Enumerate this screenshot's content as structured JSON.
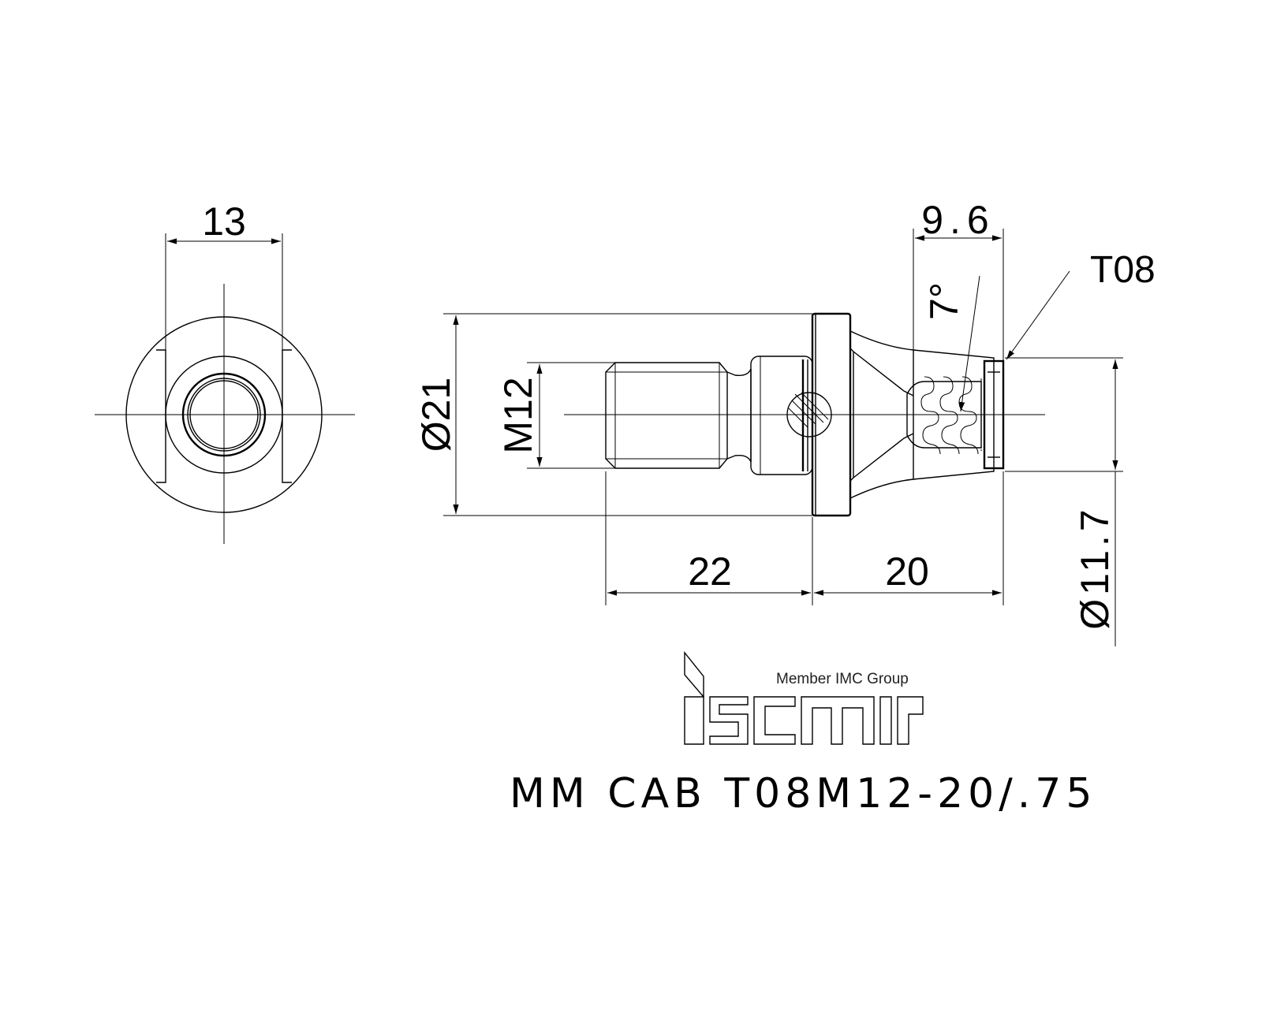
{
  "drawing": {
    "part_number": "MM CAB T08M12-20/.75",
    "brand_name": "iscar",
    "brand_tagline": "Member IMC Group",
    "dimensions": {
      "width_front": "13",
      "diameter_flange": "Ø21",
      "thread": "M12",
      "length_thread": "22",
      "length_head": "20",
      "length_tip": "9.6",
      "angle_tip": "7°",
      "torx_size": "T08",
      "diameter_tip": "Ø11.7"
    }
  }
}
